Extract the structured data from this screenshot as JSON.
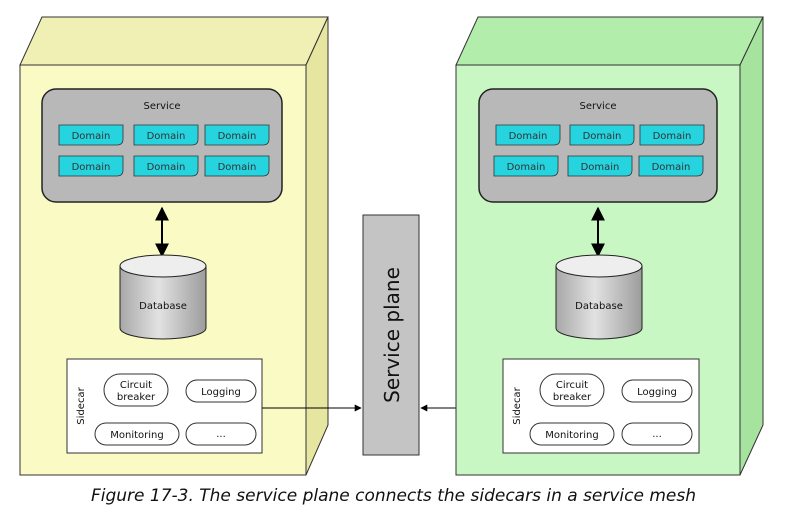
{
  "left_node": {
    "service": {
      "title": "Service",
      "domains": [
        "Domain",
        "Domain",
        "Domain",
        "Domain",
        "Domain",
        "Domain"
      ]
    },
    "database": "Database",
    "sidecar": {
      "label": "Sidecar",
      "items": [
        "Circuit breaker",
        "Logging",
        "Monitoring",
        "..."
      ]
    },
    "color": "#fafac4"
  },
  "right_node": {
    "service": {
      "title": "Service",
      "domains": [
        "Domain",
        "Domain",
        "Domain",
        "Domain",
        "Domain",
        "Domain"
      ]
    },
    "database": "Database",
    "sidecar": {
      "label": "Sidecar",
      "items": [
        "Circuit breaker",
        "Logging",
        "Monitoring",
        "..."
      ]
    },
    "color": "#c8f7c3"
  },
  "service_plane": {
    "label": "Service plane"
  },
  "colors": {
    "service_box": "#b8b8b8",
    "domain": "#26d4e0",
    "database_body": "#cccccc",
    "service_plane": "#c4c4c4"
  },
  "caption": "Figure 17-3. The service plane connects the sidecars in a service mesh"
}
